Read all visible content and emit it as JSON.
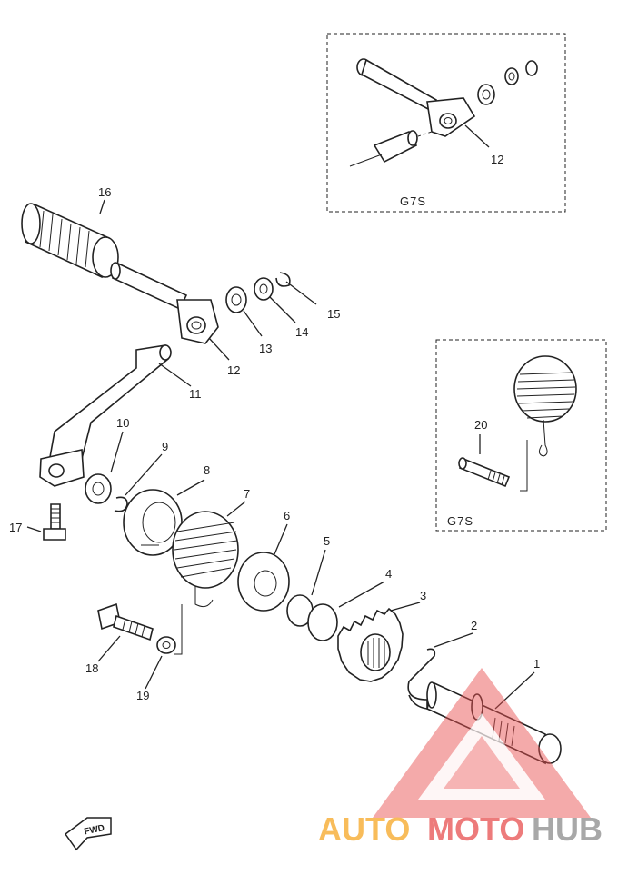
{
  "parts": [
    {
      "num": "1"
    },
    {
      "num": "2"
    },
    {
      "num": "3"
    },
    {
      "num": "4"
    },
    {
      "num": "5"
    },
    {
      "num": "6"
    },
    {
      "num": "7"
    },
    {
      "num": "8"
    },
    {
      "num": "9"
    },
    {
      "num": "10"
    },
    {
      "num": "11"
    },
    {
      "num": "12"
    },
    {
      "num": "13"
    },
    {
      "num": "14"
    },
    {
      "num": "15"
    },
    {
      "num": "16"
    },
    {
      "num": "17"
    },
    {
      "num": "18"
    },
    {
      "num": "19"
    },
    {
      "num": "20"
    }
  ],
  "inset_top": {
    "label": "G7S",
    "part": "12"
  },
  "inset_right": {
    "label": "G7S",
    "part": "20"
  },
  "fwd_label": "FWD",
  "watermark": {
    "text_auto": "AUTO",
    "text_moto": "MOTO",
    "text_hub": "HUB",
    "colors": {
      "orange": "#f6a623",
      "red": "#e85050",
      "grey": "#8c8c8c"
    }
  }
}
